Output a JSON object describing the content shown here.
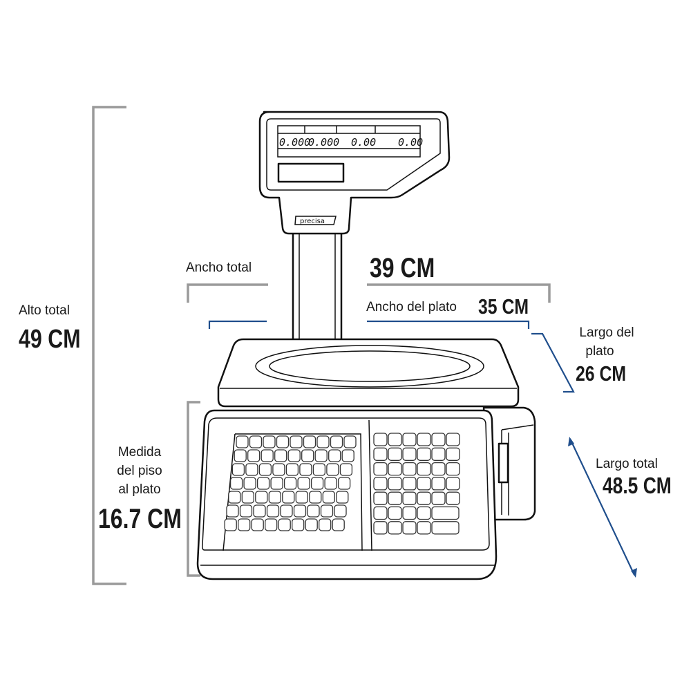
{
  "display": {
    "readouts": [
      "0.000",
      "0.000",
      "0.00",
      "0.00"
    ],
    "brand": "precisa"
  },
  "dimensions": {
    "alto_total": {
      "label": "Alto total",
      "value": "49 CM"
    },
    "ancho_total": {
      "label": "Ancho total",
      "value": "39 CM"
    },
    "ancho_plato": {
      "label": "Ancho del plato",
      "value": "35 CM"
    },
    "largo_plato": {
      "label_line1": "Largo del",
      "label_line2": "plato",
      "value": "26 CM"
    },
    "largo_total": {
      "label": "Largo total",
      "value": "48.5 CM"
    },
    "medida_piso": {
      "label_line1": "Medida",
      "label_line2": "del piso",
      "label_line3": "al plato",
      "value": "16.7 CM"
    }
  },
  "keypad": {
    "left_rows": 7,
    "left_cols": 9,
    "right_rows": 7,
    "right_cols": 6
  },
  "colors": {
    "bracket_gray": "#9a9a9a",
    "line_blue": "#1f4e8c"
  }
}
